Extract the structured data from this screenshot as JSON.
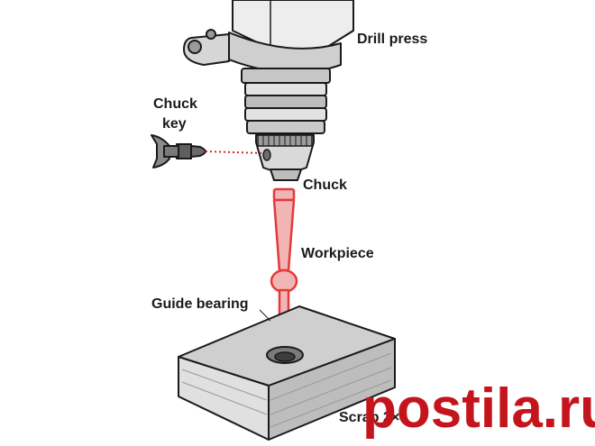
{
  "labels": {
    "drill_press": "Drill press",
    "chuck_key_line1": "Chuck",
    "chuck_key_line2": "key",
    "chuck": "Chuck",
    "workpiece": "Workpiece",
    "guide_bearing": "Guide bearing",
    "scrap": "Scrap 2×4"
  },
  "watermark": {
    "text": "postila.ru",
    "color": "#c4151c"
  },
  "colors": {
    "outline": "#1a1a1a",
    "metal_light": "#e6e6e6",
    "metal_mid": "#bdbdbd",
    "metal_dark": "#8a8a8a",
    "workpiece": "#f2b5b5",
    "workpiece_outline": "#e33a3a",
    "dotted_line": "#d62828"
  }
}
